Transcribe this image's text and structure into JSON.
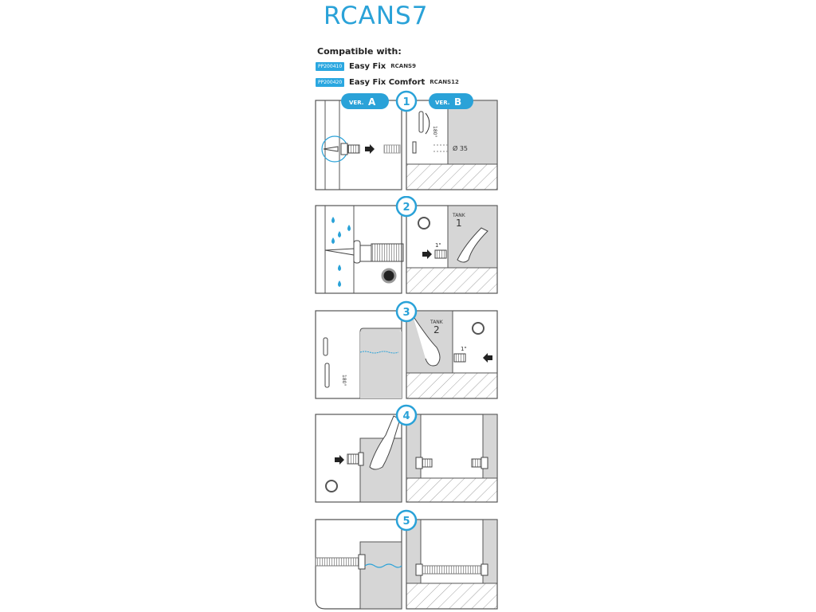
{
  "title": "RCANS7",
  "compatible": {
    "heading": "Compatible with:",
    "items": [
      {
        "code": "PP200410",
        "name": "Easy Fix",
        "model": "RCANS9"
      },
      {
        "code": "PP200420",
        "name": "Easy Fix Comfort",
        "model": "RCANS12"
      }
    ]
  },
  "colors": {
    "accent": "#2aa2d8",
    "badge": "#2aa7e0",
    "grey": "#d6d6d6",
    "line": "#555555"
  },
  "steps": [
    {
      "number": "1",
      "version_a": "VER. A",
      "version_a_prefix": "VER.",
      "version_a_letter": "A",
      "version_b_prefix": "VER.",
      "version_b_letter": "B",
      "angle": "180°",
      "diameter": "Ø 35"
    },
    {
      "number": "2",
      "tank_label": "TANK",
      "tank_number": "1",
      "size": "1\""
    },
    {
      "number": "3",
      "tank_label": "TANK",
      "tank_number": "2",
      "size": "1\"",
      "angle": "180°"
    },
    {
      "number": "4"
    },
    {
      "number": "5"
    }
  ]
}
